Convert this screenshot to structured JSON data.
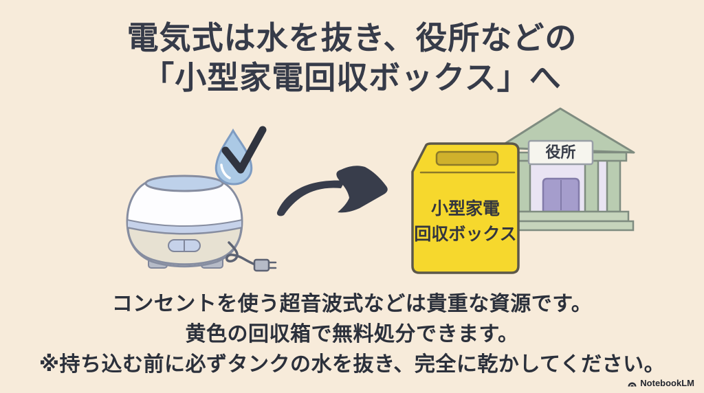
{
  "slide": {
    "background": "#f7ebda",
    "title": {
      "line1": "電気式は水を抜き、役所などの",
      "line2": "「小型家電回収ボックス」へ"
    },
    "diagram": {
      "diffuser": {
        "icon": "aroma-diffuser-with-power-plug"
      },
      "water_drop": {
        "icon": "water-drop-with-checkmark"
      },
      "arrow": {
        "icon": "curved-arrow-right"
      },
      "collection_box": {
        "label_line1": "小型家電",
        "label_line2": "回収ボックス",
        "fill": "#f6d82d",
        "slot_fill": "#cfb12c"
      },
      "building": {
        "sign": "役所",
        "roof_fill": "#b9ccb1",
        "wall_fill": "#e9e4f3",
        "door_fill": "#a59dcc"
      }
    },
    "body": {
      "line1": "コンセントを使う超音波式などは貴重な資源です。",
      "line2": "黄色の回収箱で無料処分できます。",
      "line3": "※持ち込む前に必ずタンクの水を抜き、完全に乾かしてください。"
    },
    "watermark": {
      "brand": "NotebookLM",
      "icon": "notebooklm-logo"
    },
    "colors": {
      "text_dark": "#363b49",
      "body_text": "#2b303b",
      "drop_blue": "#abc9e5",
      "checkmark_dark": "#30343f",
      "arrow_dark": "#383d4b"
    }
  }
}
